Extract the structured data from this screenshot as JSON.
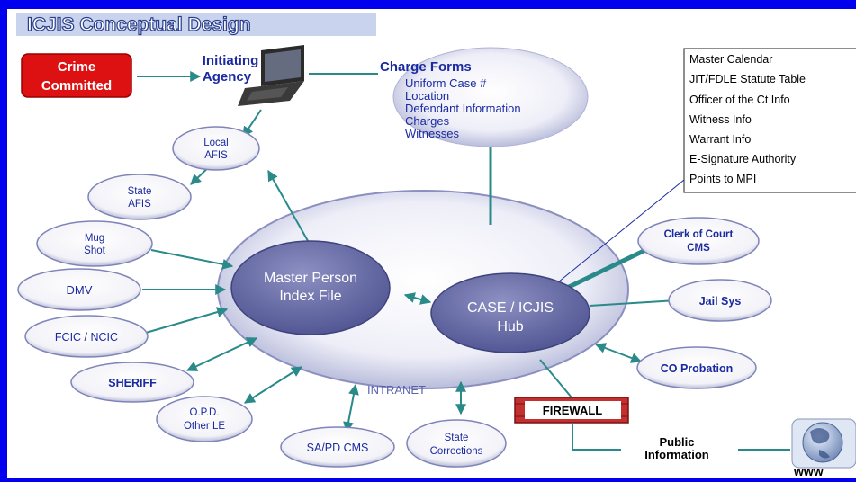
{
  "slide": {
    "title": "ICJIS Conceptual Design",
    "colors": {
      "frame": "#0000ee",
      "background": "#ffffff",
      "node_text": "#0000cc",
      "arrow": "#2a8a8a",
      "crime_red": "#dd1111",
      "hub_fill": "#6e72a8"
    }
  },
  "crime_badge": {
    "line1": "Crime",
    "line2": "Committed"
  },
  "initiating_agency": {
    "line1": "Initiating",
    "line2": "Agency",
    "icon": "laptop-icon"
  },
  "charge_forms": {
    "title": "Charge Forms",
    "items": [
      "Uniform Case #",
      "Location",
      "Defendant Information",
      "Charges",
      "Witnesses"
    ]
  },
  "info_list": {
    "items": [
      "Master Calendar",
      "JIT/FDLE Statute Table",
      "Officer of the Ct Info",
      "Witness Info",
      "Warrant Info",
      "E-Signature Authority",
      "Points to MPI"
    ]
  },
  "nodes": {
    "local_afis": {
      "line1": "Local",
      "line2": "AFIS"
    },
    "state_afis": {
      "line1": "State",
      "line2": "AFIS"
    },
    "mug_shot": {
      "line1": "Mug",
      "line2": "Shot"
    },
    "dmv": {
      "label": "DMV"
    },
    "fcic_ncic": {
      "label": "FCIC / NCIC"
    },
    "sheriff": {
      "label": "SHERIFF"
    },
    "opd": {
      "line1": "O.P.D.",
      "line2": "Other LE"
    },
    "sapd_cms": {
      "label": "SA/PD CMS"
    },
    "state_corrections": {
      "line1": "State",
      "line2": "Corrections"
    },
    "clerk_cms": {
      "line1": "Clerk of Court",
      "line2": "CMS"
    },
    "jail_sys": {
      "label": "Jail Sys"
    },
    "co_probation": {
      "label": "CO Probation"
    }
  },
  "master_person": {
    "line1": "Master Person",
    "line2": "Index File"
  },
  "case_hub": {
    "line1": "CASE / ICJIS",
    "line2": "Hub"
  },
  "intranet": {
    "label": "INTRANET"
  },
  "firewall": {
    "label": "FIREWALL"
  },
  "public_info": {
    "line1": "Public",
    "line2": "Information"
  },
  "www": {
    "label": "www",
    "icon": "globe-icon"
  }
}
